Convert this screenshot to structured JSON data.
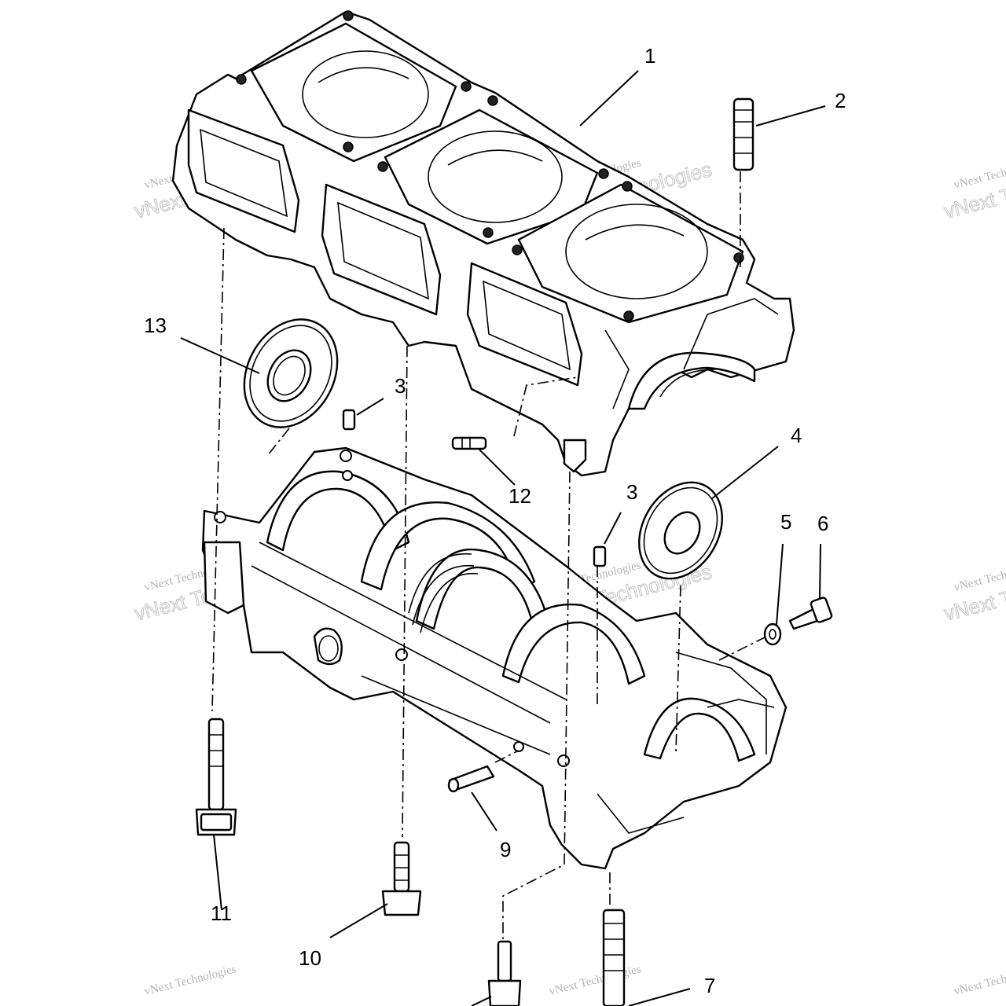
{
  "diagram": {
    "callouts": [
      "1",
      "2",
      "3",
      "3",
      "4",
      "5",
      "6",
      "7",
      "9",
      "10",
      "11",
      "12",
      "13"
    ],
    "watermark": {
      "line1": "vNext Technologies",
      "line2": "vNext Technologies"
    }
  }
}
